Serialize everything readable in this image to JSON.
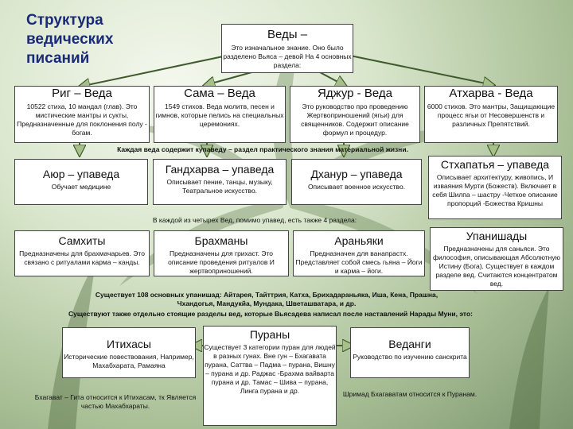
{
  "title": "Структура ведических писаний",
  "vedas": {
    "head": "Веды –",
    "text": "Это изначальное знание. Оно было разделено Вьяса – девой На 4 основных раздела:"
  },
  "rig": {
    "head": "Риг – Веда",
    "text": "10522 стиха, 10 мандал (глав). Это мистические мантры и сукты, Предназначенные для поклонения полу - богам."
  },
  "sama": {
    "head": "Сама – Веда",
    "text": "1549 стихов. Веда молитв, песен и гимнов, которые пелись на специальных церемониях."
  },
  "yajur": {
    "head": "Яджур - Веда",
    "text": "Это руководство про проведению Жертвоприношений (ягьи) для священников. Содержит описание формул и процедур."
  },
  "atharva": {
    "head": "Атхарва - Веда",
    "text": "6000 стихов. Это мантры, Защищающие процесс ягьи от Несовершенств и различных Препятствий."
  },
  "upaveda_note": "Каждая веда содержит купаведу – раздел практического знания материальной жизни.",
  "ayur": {
    "head": "Аюр – упаведа",
    "text": "Обучает медицине"
  },
  "gandharva": {
    "head": "Гандхарва – упаведа",
    "text": "Описывает пение, танцы, музыку, Театральное искусство."
  },
  "dhanur": {
    "head": "Дханур – упаведа",
    "text": "Описывает военное искусство."
  },
  "sthapatya": {
    "head": "Стхапатья – упаведа",
    "text": "Описывает архитектуру, живопись, И изваяния Мурти (Божеств). Включает в себя Шилпа – шастру -Четкое описание пропорций -Божества Кришны"
  },
  "sections_note": "В каждой из четырех Вед, помимо упавед, есть также 4 раздела:",
  "samhitas": {
    "head": "Самхиты",
    "text": "Предназначены для брахмачарьев. Это связано с ритуалами карма – канды."
  },
  "brahmanas": {
    "head": "Брахманы",
    "text": "Предназначены для грихаст. Это описание проведения ритуалов И жертвоприношений."
  },
  "aranyakas": {
    "head": "Араньяки",
    "text": "Предназначен для ванапрастх. Представляет собой смесь гьяна – Йоги и карма – йоги."
  },
  "upanishads": {
    "head": "Упанишады",
    "text": "Предназначены для саньяси. Это философия, описывающая Абсолютную Истину (Бога). Существует в каждом разделе вед. Считаются концентратом вед."
  },
  "upanishads_note": "Существует 108 основных упанишад: Айтарея, Тайттрия, Катха, Брихадараньяка, Иша, Кена, Прашна, Чхандогья, Мандукйа, Мундака, Шветашватара, и др.",
  "separate_note": "Существуют также отдельно стоящие разделы вед, которые Вьясадева написал после наставлений Нарады Муни, это:",
  "puranas": {
    "head": "Пураны",
    "text": "Существует 3 категории пуран для людей в разных гунах. Вне гун – Бхагавата пурана, Саттва – Падма – пурана, Вишну – пурана и др. Раджас -Брахма вайварта пурана и др. Тамас – Шива – пурана, Линга пурана и др."
  },
  "itihasas": {
    "head": "Итихасы",
    "text": "Исторические повествования, Например, Махабхарата, Рамаяна"
  },
  "itihasas_note": "Бхагават – Гита относится к Итихасам, тк Является частью Махабхараты.",
  "vedangas": {
    "head": "Веданги",
    "text": "Руководство по изучению санскрита"
  },
  "vedangas_note": "Шримад Бхагаватам относится к Пуранам.",
  "colors": {
    "title": "#1a2a7a",
    "arrow_fill": "#a7c08a",
    "arrow_stroke": "#3f5a2c"
  }
}
